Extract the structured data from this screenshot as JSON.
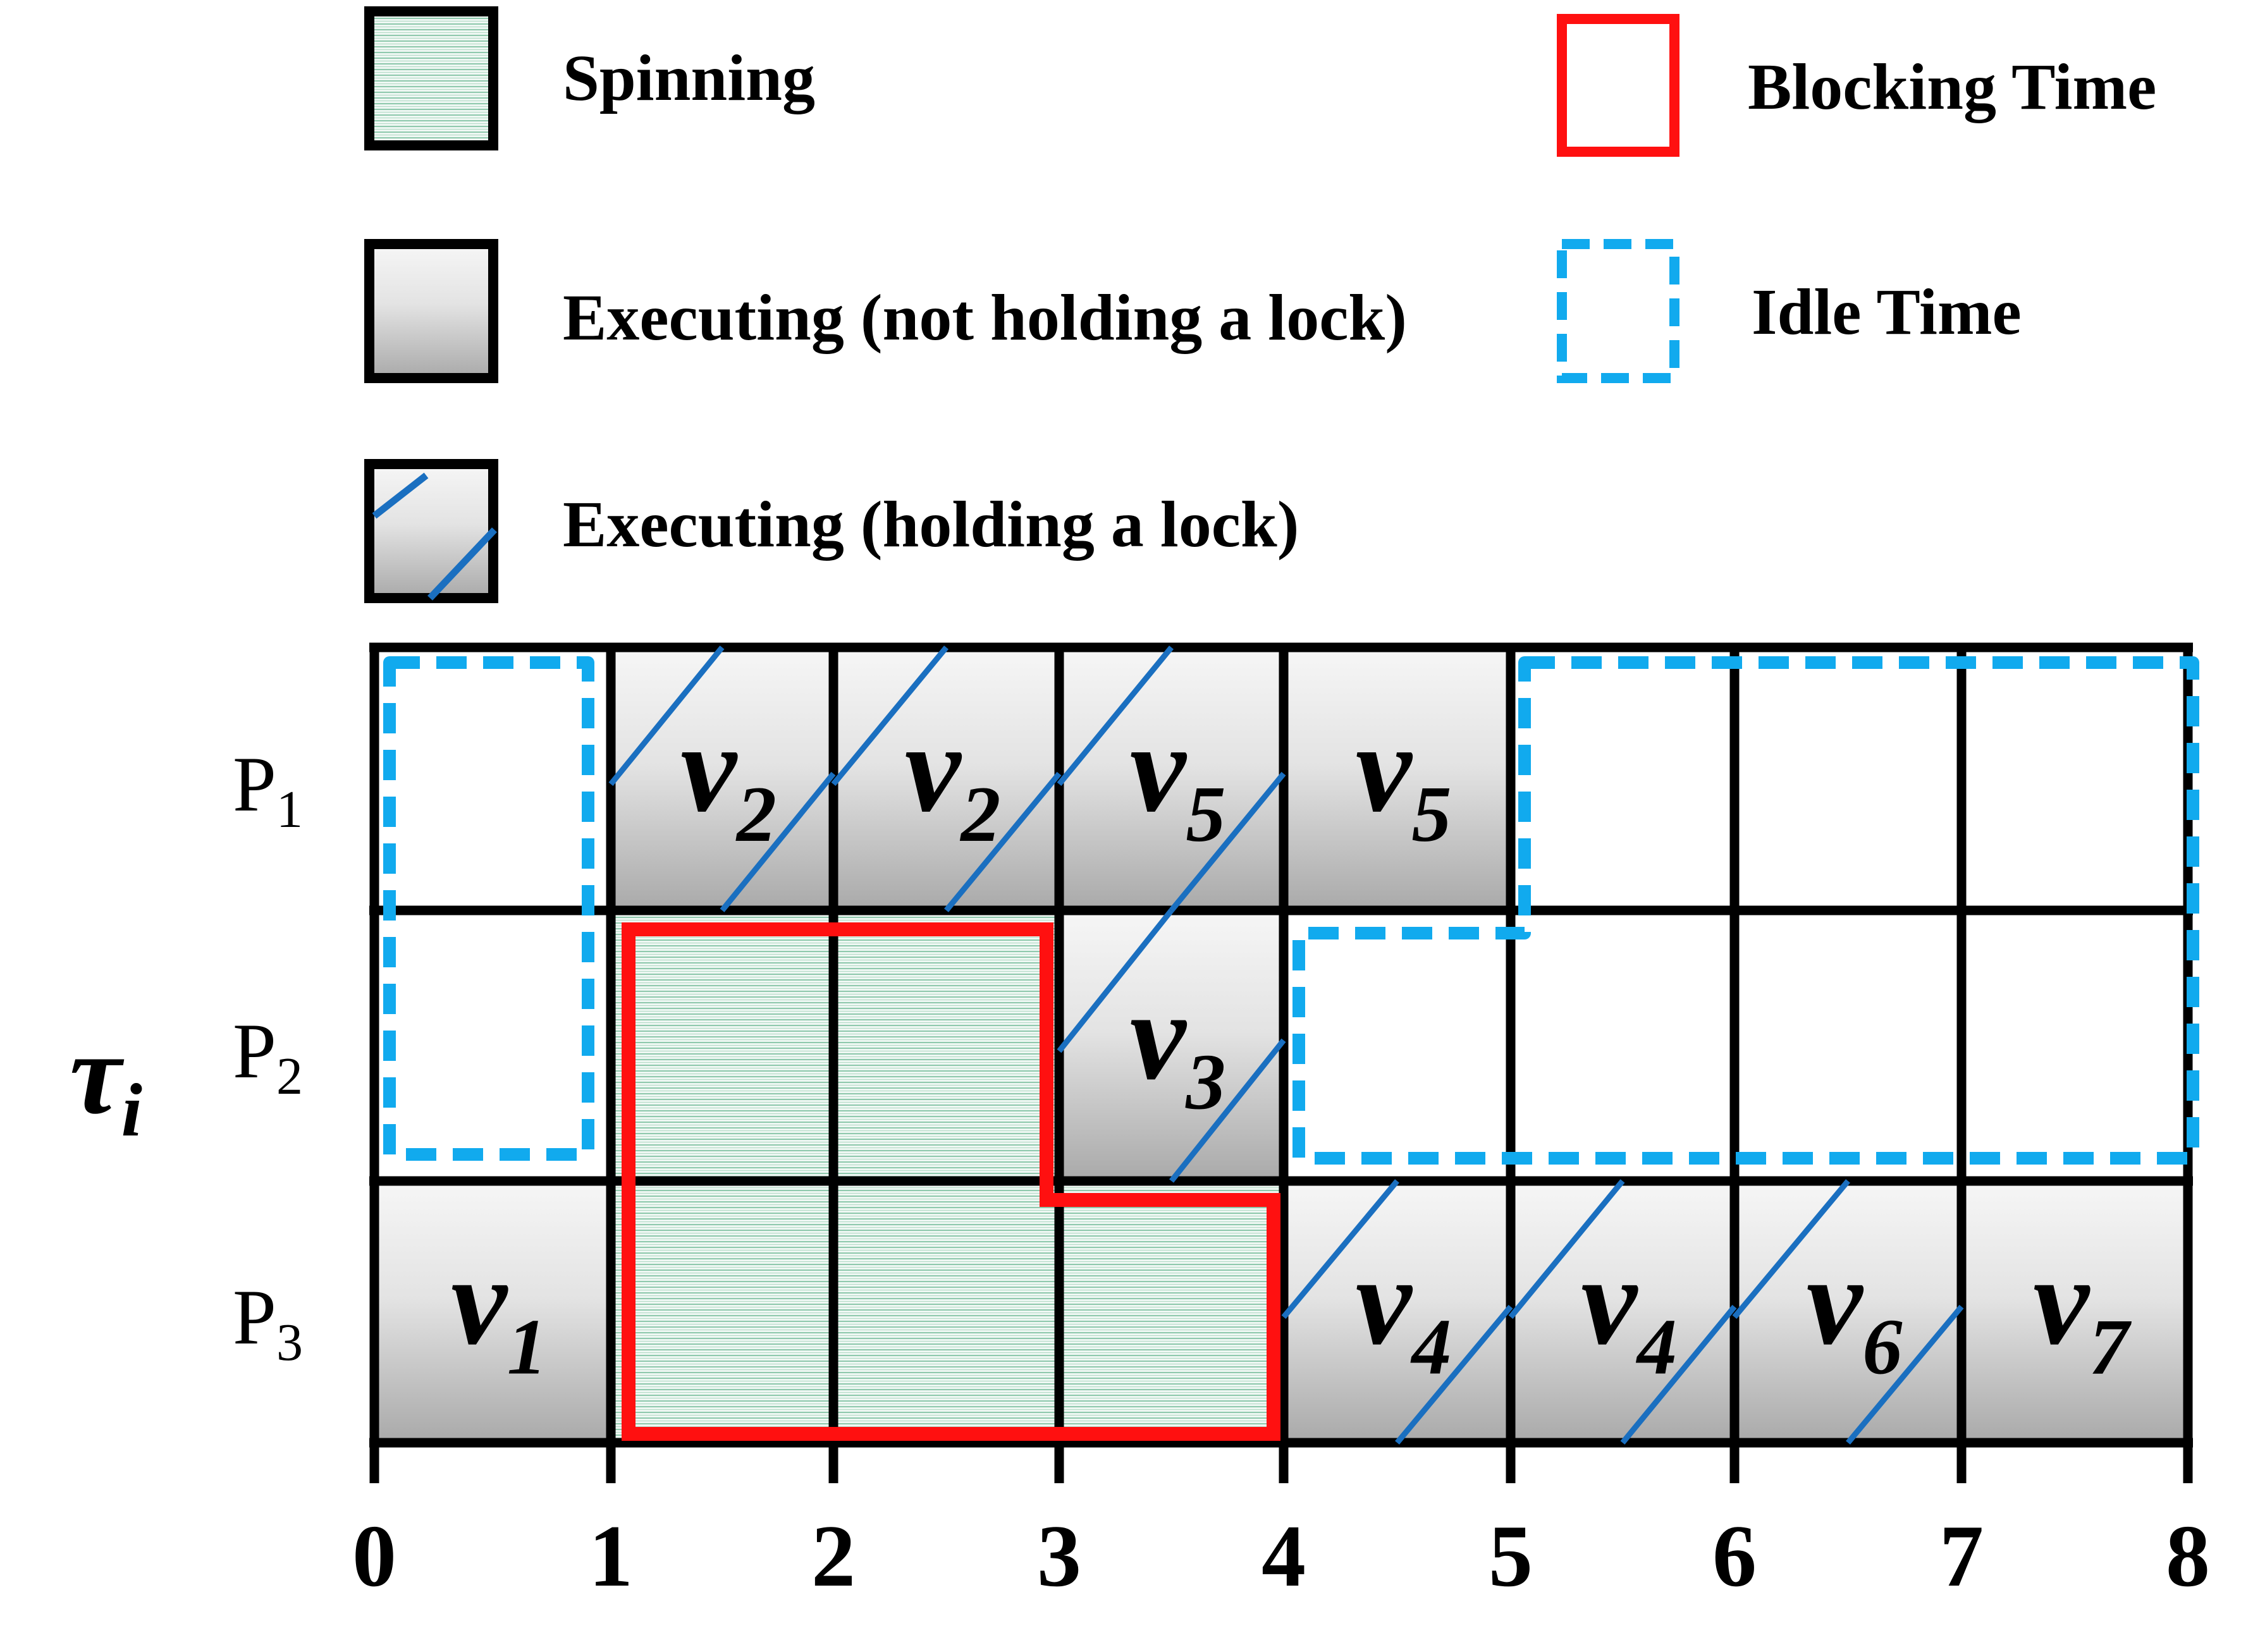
{
  "legend": {
    "spinning": "Spinning",
    "executing_no_lock": "Executing (not holding a lock)",
    "executing_lock": "Executing (holding a lock)",
    "blocking_time": "Blocking Time",
    "idle_time": "Idle Time"
  },
  "axis": {
    "y_symbol": "τ",
    "y_subscript": "i",
    "x_ticks": [
      "0",
      "1",
      "2",
      "3",
      "4",
      "5",
      "6",
      "7",
      "8"
    ]
  },
  "rows": [
    {
      "processor": "P",
      "index": "1",
      "cells": [
        {
          "state": "idle"
        },
        {
          "state": "lock",
          "task": "v",
          "sub": "2"
        },
        {
          "state": "lock",
          "task": "v",
          "sub": "2"
        },
        {
          "state": "lock",
          "task": "v",
          "sub": "5"
        },
        {
          "state": "exec",
          "task": "v",
          "sub": "5"
        },
        {
          "state": "idle"
        },
        {
          "state": "idle"
        },
        {
          "state": "idle"
        }
      ]
    },
    {
      "processor": "P",
      "index": "2",
      "cells": [
        {
          "state": "idle"
        },
        {
          "state": "spin"
        },
        {
          "state": "spin"
        },
        {
          "state": "lock",
          "task": "v",
          "sub": "3"
        },
        {
          "state": "idle"
        },
        {
          "state": "idle"
        },
        {
          "state": "idle"
        },
        {
          "state": "idle"
        }
      ]
    },
    {
      "processor": "P",
      "index": "3",
      "cells": [
        {
          "state": "exec",
          "task": "v",
          "sub": "1"
        },
        {
          "state": "spin"
        },
        {
          "state": "spin"
        },
        {
          "state": "spin"
        },
        {
          "state": "lock",
          "task": "v",
          "sub": "4"
        },
        {
          "state": "lock",
          "task": "v",
          "sub": "4"
        },
        {
          "state": "lock",
          "task": "v",
          "sub": "6"
        },
        {
          "state": "exec",
          "task": "v",
          "sub": "7"
        }
      ]
    }
  ],
  "colors": {
    "blocking": "#ff1010",
    "idle": "#11aaee",
    "lock_stripe": "#1a6fc0",
    "spin_stripe": "#8fc9ad",
    "cell_top": "#f6f6f6",
    "cell_bottom": "#aaaaaa",
    "grid": "#000000"
  }
}
